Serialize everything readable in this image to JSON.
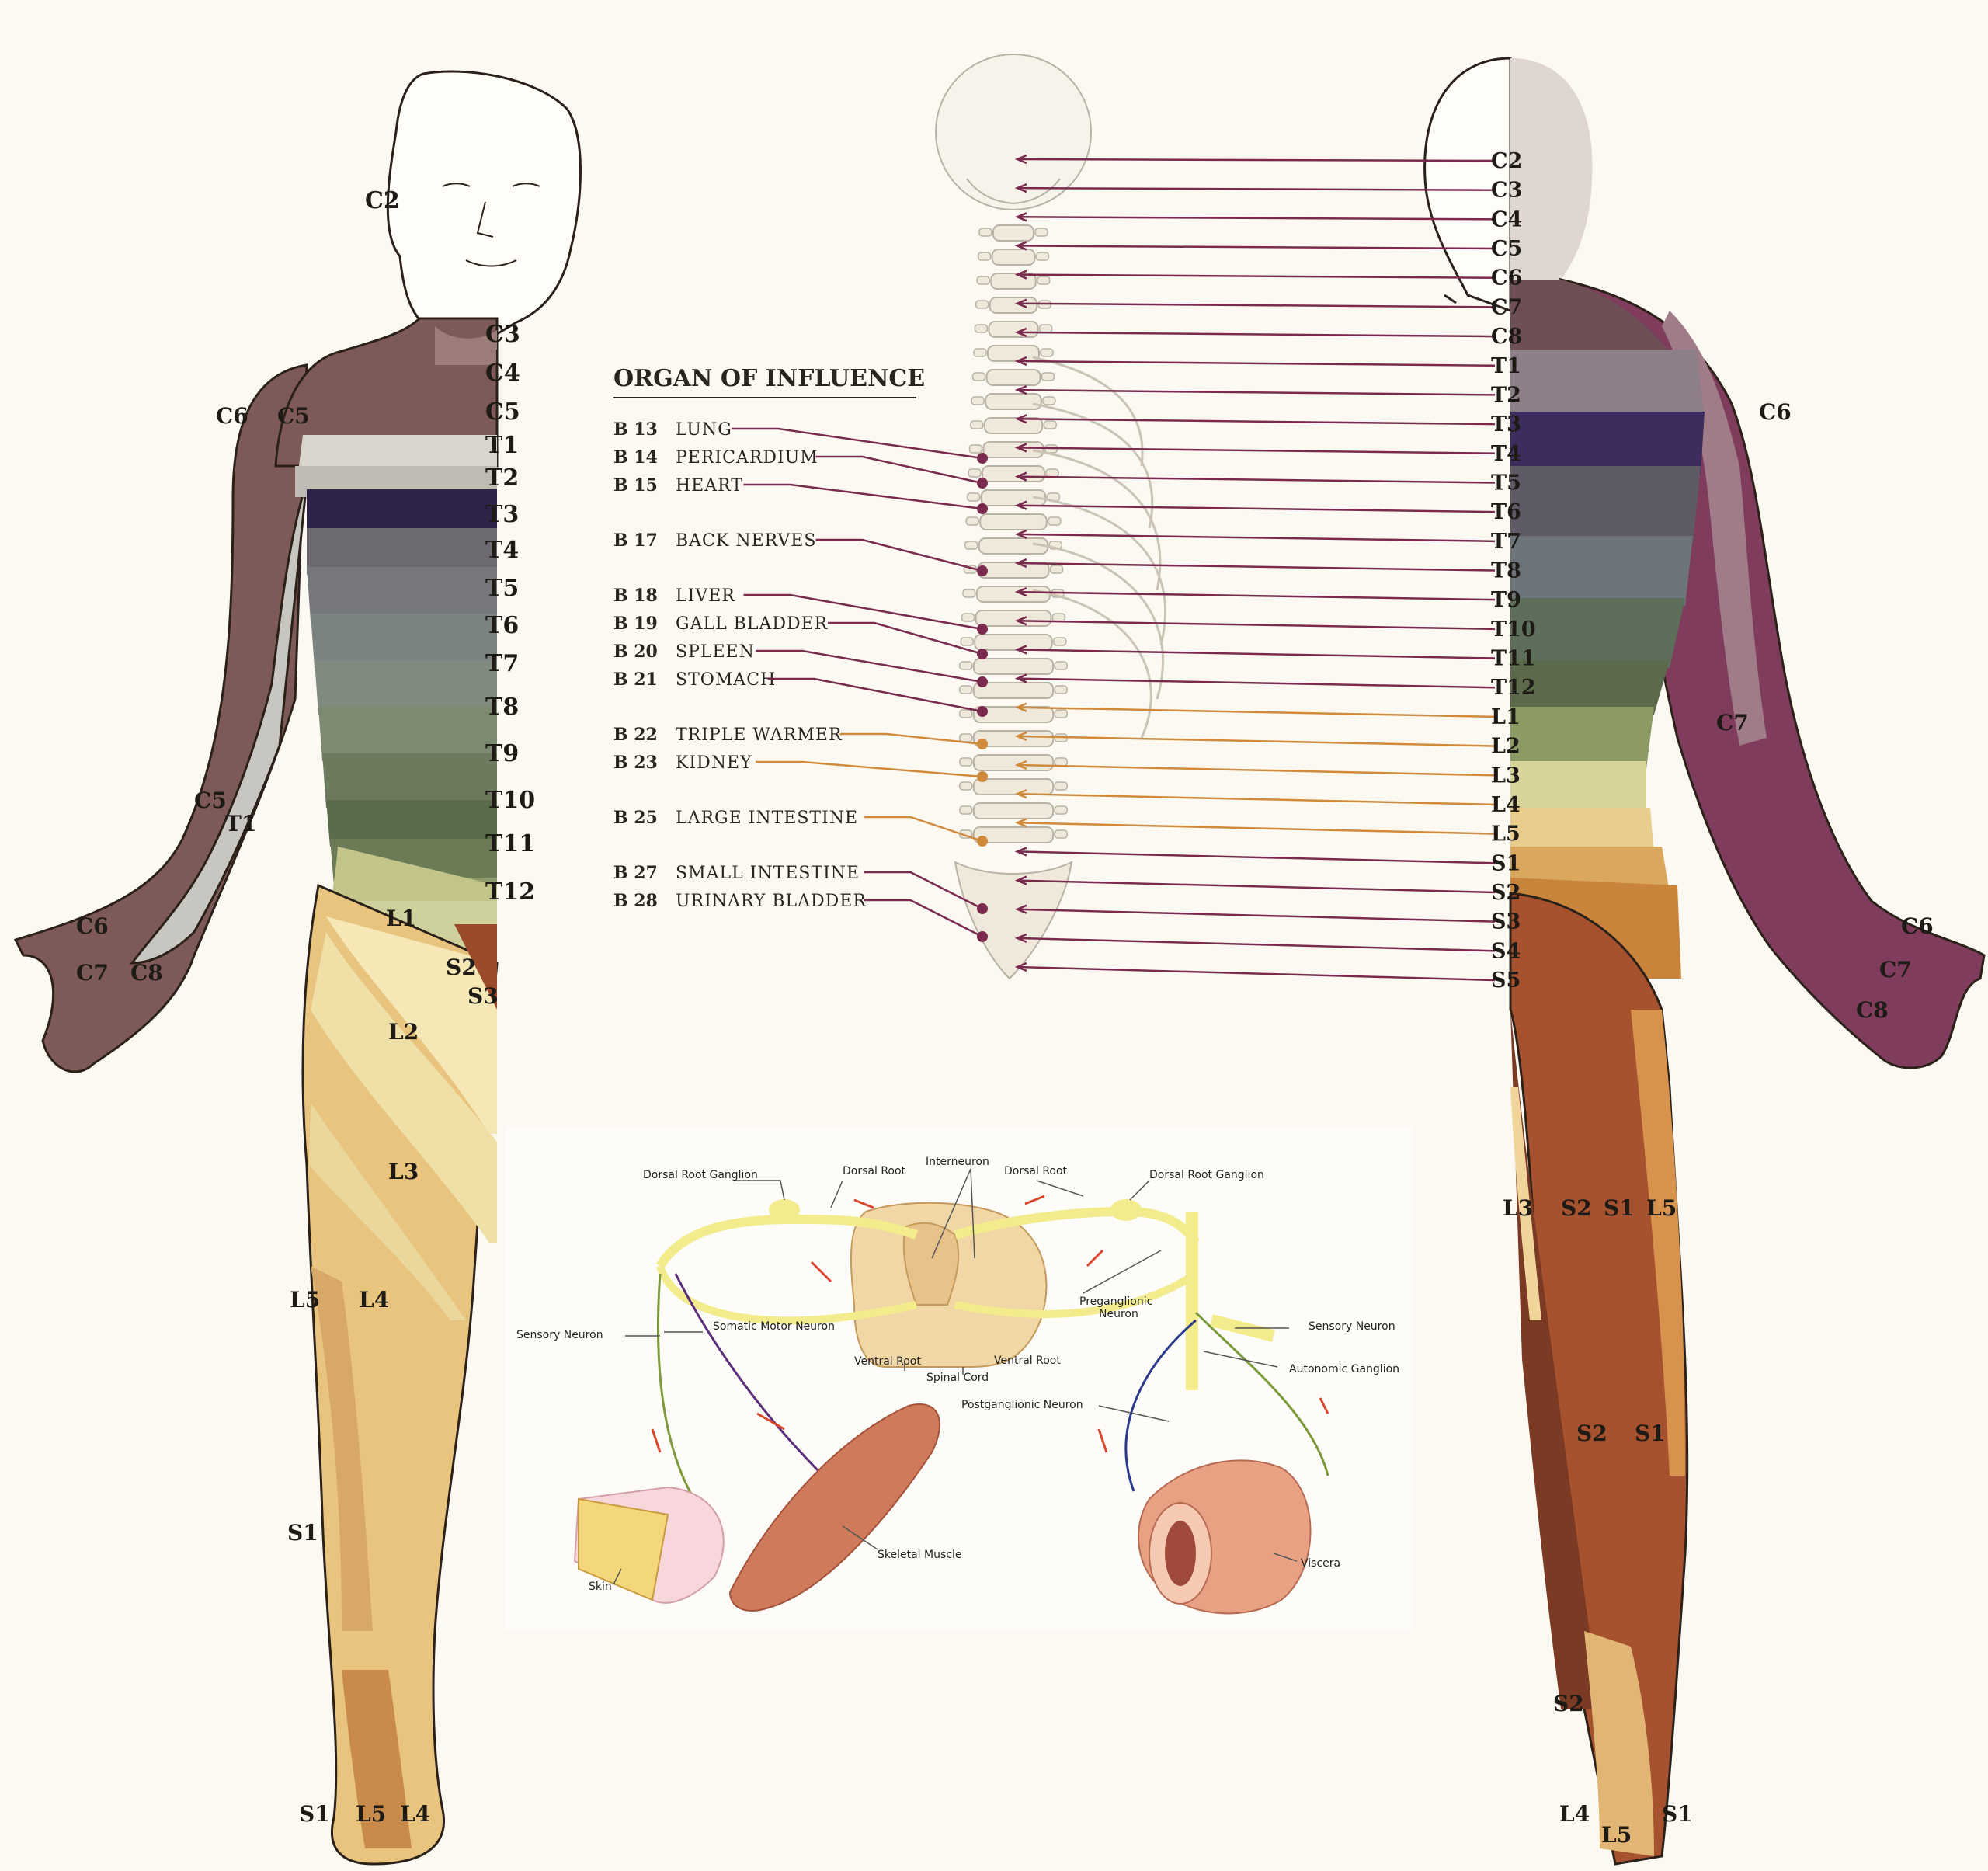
{
  "colors": {
    "background": "#fbf9f2",
    "outline": "#2b2118",
    "line_purple": "#7a2a4f",
    "line_orange": "#d08a3c"
  },
  "front_labels": [
    {
      "id": "C2",
      "text": "C2"
    },
    {
      "id": "C3",
      "text": "C3"
    },
    {
      "id": "C4",
      "text": "C4"
    },
    {
      "id": "C5",
      "text": "C5"
    },
    {
      "id": "T1",
      "text": "T1"
    },
    {
      "id": "T2",
      "text": "T2"
    },
    {
      "id": "T3",
      "text": "T3"
    },
    {
      "id": "T4",
      "text": "T4"
    },
    {
      "id": "T5",
      "text": "T5"
    },
    {
      "id": "T6",
      "text": "T6"
    },
    {
      "id": "T7",
      "text": "T7"
    },
    {
      "id": "T8",
      "text": "T8"
    },
    {
      "id": "T9",
      "text": "T9"
    },
    {
      "id": "T10",
      "text": "T10"
    },
    {
      "id": "T11",
      "text": "T11"
    },
    {
      "id": "T12",
      "text": "T12"
    },
    {
      "id": "C6a",
      "text": "C6"
    },
    {
      "id": "C5a",
      "text": "C5"
    },
    {
      "id": "C5b",
      "text": "C5"
    },
    {
      "id": "T1b",
      "text": "T1"
    },
    {
      "id": "C6b",
      "text": "C6"
    },
    {
      "id": "C7",
      "text": "C7"
    },
    {
      "id": "C8",
      "text": "C8"
    },
    {
      "id": "L1",
      "text": "L1"
    },
    {
      "id": "S2",
      "text": "S2"
    },
    {
      "id": "S3",
      "text": "S3"
    },
    {
      "id": "L2",
      "text": "L2"
    },
    {
      "id": "L3",
      "text": "L3"
    },
    {
      "id": "L5",
      "text": "L5"
    },
    {
      "id": "L4",
      "text": "L4"
    },
    {
      "id": "S1",
      "text": "S1"
    },
    {
      "id": "S1f",
      "text": "S1"
    },
    {
      "id": "L5f",
      "text": "L5"
    },
    {
      "id": "L4f",
      "text": "L4"
    }
  ],
  "back_levels": [
    "C2",
    "C3",
    "C4",
    "C5",
    "C6",
    "C7",
    "C8",
    "T1",
    "T2",
    "T3",
    "T4",
    "T5",
    "T6",
    "T7",
    "T8",
    "T9",
    "T10",
    "T11",
    "T12",
    "L1",
    "L2",
    "L3",
    "L4",
    "L5",
    "S1",
    "S2",
    "S3",
    "S4",
    "S5"
  ],
  "back_labels": [
    {
      "id": "C6",
      "text": "C6"
    },
    {
      "id": "C7",
      "text": "C7"
    },
    {
      "id": "C6h",
      "text": "C6"
    },
    {
      "id": "C7h",
      "text": "C7"
    },
    {
      "id": "C8h",
      "text": "C8"
    },
    {
      "id": "L3",
      "text": "L3"
    },
    {
      "id": "S2",
      "text": "S2"
    },
    {
      "id": "S1",
      "text": "S1"
    },
    {
      "id": "L5",
      "text": "L5"
    },
    {
      "id": "S2b",
      "text": "S2"
    },
    {
      "id": "S1b",
      "text": "S1"
    },
    {
      "id": "S2c",
      "text": "S2"
    },
    {
      "id": "L4f",
      "text": "L4"
    },
    {
      "id": "L5f",
      "text": "L5"
    },
    {
      "id": "S1f",
      "text": "S1"
    }
  ],
  "organ_title": "ORGAN OF INFLUENCE",
  "organs": [
    {
      "code": "B 13",
      "name": "LUNG",
      "color": "purple"
    },
    {
      "code": "B 14",
      "name": "PERICARDIUM",
      "color": "purple"
    },
    {
      "code": "B 15",
      "name": "HEART",
      "color": "purple"
    },
    {
      "code": "B 17",
      "name": "BACK NERVES",
      "color": "purple"
    },
    {
      "code": "B 18",
      "name": "LIVER",
      "color": "purple"
    },
    {
      "code": "B 19",
      "name": "GALL BLADDER",
      "color": "purple"
    },
    {
      "code": "B 20",
      "name": "SPLEEN",
      "color": "purple"
    },
    {
      "code": "B 21",
      "name": "STOMACH",
      "color": "purple"
    },
    {
      "code": "B 22",
      "name": "TRIPLE WARMER",
      "color": "orange"
    },
    {
      "code": "B 23",
      "name": "KIDNEY",
      "color": "orange"
    },
    {
      "code": "B 25",
      "name": "LARGE INTESTINE",
      "color": "orange"
    },
    {
      "code": "B 27",
      "name": "SMALL INTESTINE",
      "color": "purple"
    },
    {
      "code": "B 28",
      "name": "URINARY BLADDER",
      "color": "purple"
    }
  ],
  "reflex": {
    "dorsal_root_ganglion_left": "Dorsal Root Ganglion",
    "dorsal_root_left": "Dorsal Root",
    "interneuron": "Interneuron",
    "dorsal_root_right": "Dorsal Root",
    "dorsal_root_ganglion_right": "Dorsal Root Ganglion",
    "sensory_neuron_left": "Sensory Neuron",
    "somatic_motor_neuron": "Somatic Motor Neuron",
    "preganglionic_neuron": "Preganglionic\nNeuron",
    "sensory_neuron_right": "Sensory Neuron",
    "ventral_root_left": "Ventral Root",
    "ventral_root_right": "Ventral Root",
    "spinal_cord": "Spinal Cord",
    "autonomic_ganglion": "Autonomic Ganglion",
    "postganglionic_neuron": "Postganglionic Neuron",
    "skeletal_muscle": "Skeletal Muscle",
    "skin": "Skin",
    "viscera": "Viscera"
  }
}
